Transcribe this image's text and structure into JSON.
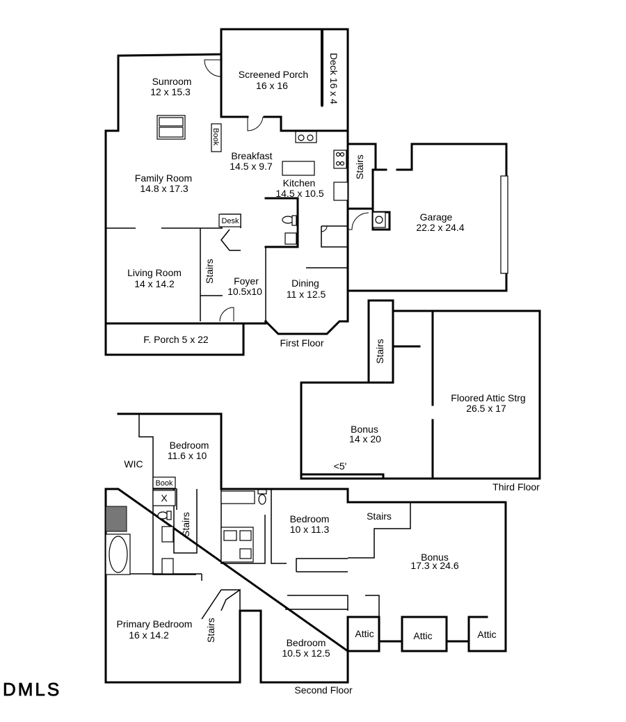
{
  "first_floor": {
    "label": "First Floor",
    "rooms": [
      {
        "name": "Sunroom",
        "size": "12 x 15.3"
      },
      {
        "name": "Screened Porch",
        "size": "16 x 16"
      },
      {
        "name": "Deck 16 x 4"
      },
      {
        "name": "Breakfast",
        "size": "14.5 x 9.7"
      },
      {
        "name": "Family Room",
        "size": "14.8 x 17.3"
      },
      {
        "name": "Kitchen",
        "size": "14.5 x 10.5"
      },
      {
        "name": "Garage",
        "size": "22.2 x 24.4"
      },
      {
        "name": "Living Room",
        "size": "14 x 14.2"
      },
      {
        "name": "Foyer",
        "size": "10.5x10"
      },
      {
        "name": "Dining",
        "size": "11 x 12.5"
      },
      {
        "name": "F. Porch 5 x 22"
      }
    ],
    "fixtures": {
      "book": "Book",
      "desk": "Desk",
      "stairs_main": "Stairs",
      "stairs_garage": "Stairs"
    }
  },
  "third_floor": {
    "label": "Third Floor",
    "rooms": [
      {
        "name": "Floored Attic Strg",
        "size": "26.5 x 17"
      },
      {
        "name": "Bonus",
        "size": "14 x 20"
      }
    ],
    "stairs": "Stairs",
    "note": "<5'"
  },
  "second_floor": {
    "label": "Second Floor",
    "rooms": [
      {
        "name": "Bedroom",
        "size": "11.6 x 10"
      },
      {
        "name": "WIC"
      },
      {
        "name": "Bedroom",
        "size": "10 x 11.3"
      },
      {
        "name": "Bonus",
        "size": "17.3 x 24.6"
      },
      {
        "name": "Primary Bedroom",
        "size": "16 x 14.2"
      },
      {
        "name": "Bedroom",
        "size": "10.5 x 12.5"
      },
      {
        "name": "Attic"
      },
      {
        "name": "Attic"
      },
      {
        "name": "Attic"
      }
    ],
    "fixtures": {
      "book": "Book",
      "x_mark": "X",
      "stairs_a": "Stairs",
      "stairs_b": "Stairs",
      "stairs_c": "Stairs"
    }
  },
  "logo": "DMLS"
}
